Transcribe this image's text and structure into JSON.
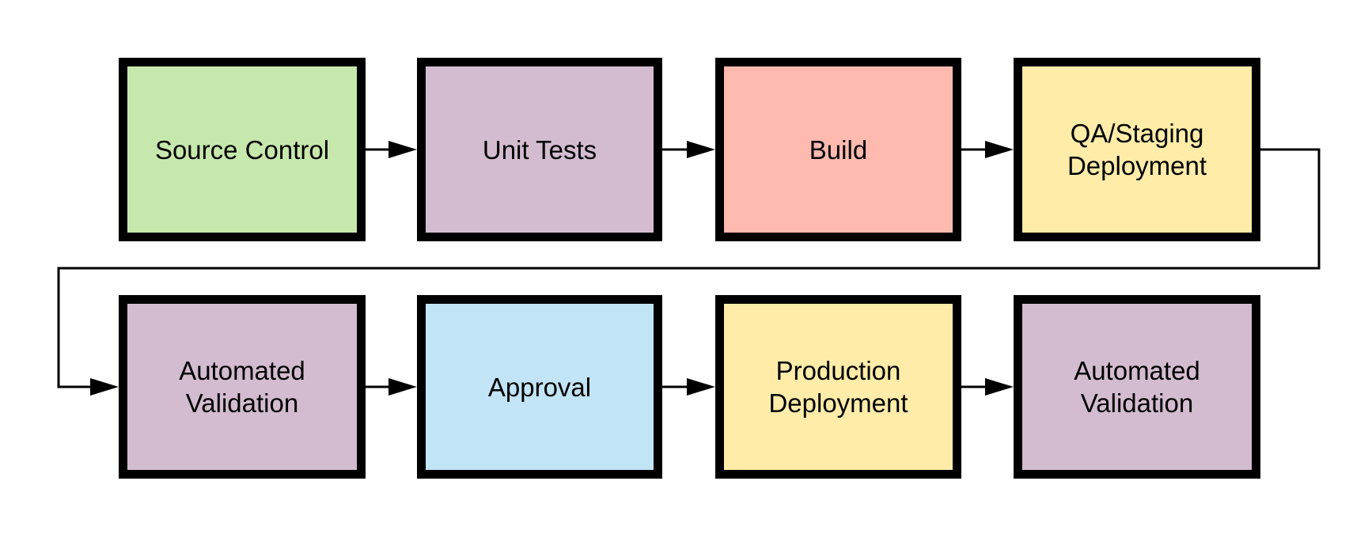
{
  "diagram": {
    "row1": [
      {
        "label": "Source Control",
        "color": "#c7e8ac"
      },
      {
        "label": "Unit Tests",
        "color": "#d3bcd0"
      },
      {
        "label": "Build",
        "color": "#ffbaaf"
      },
      {
        "label": "QA/Staging\nDeployment",
        "color": "#ffeca8"
      }
    ],
    "row2": [
      {
        "label": "Automated\nValidation",
        "color": "#d3bcd0"
      },
      {
        "label": "Approval",
        "color": "#c2e4f7"
      },
      {
        "label": "Production\nDeployment",
        "color": "#ffeca8"
      },
      {
        "label": "Automated\nValidation",
        "color": "#d3bcd0"
      }
    ],
    "line_color": "#000000",
    "border_color": "#000000"
  }
}
